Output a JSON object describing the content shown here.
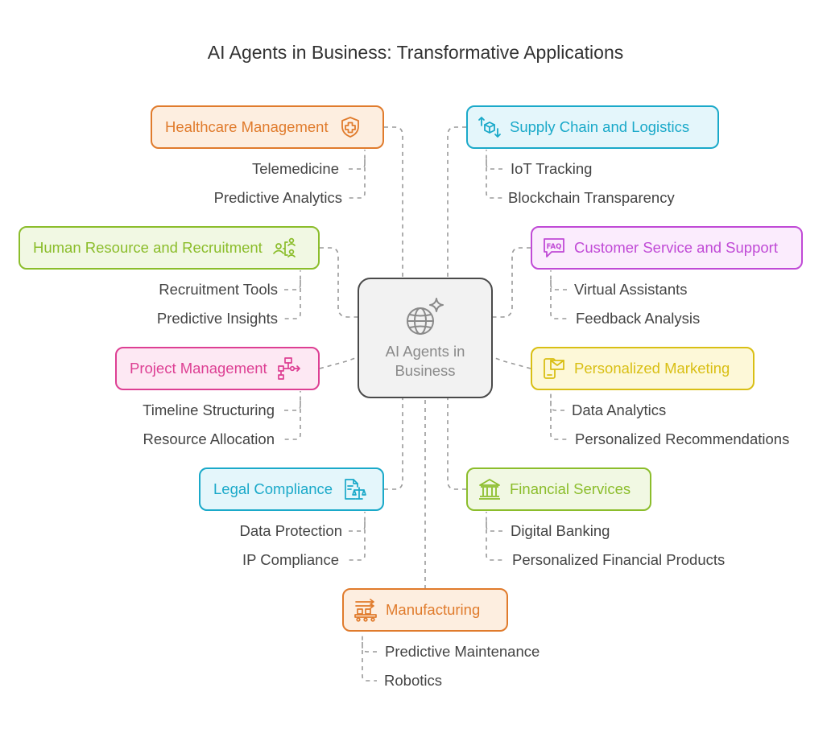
{
  "title": "AI Agents in Business: Transformative Applications",
  "center": {
    "label": "AI Agents in Business",
    "icon": "globe-sparkle-icon",
    "color": "#4a4a4a"
  },
  "branches": [
    {
      "id": "healthcare-management",
      "label": "Healthcare Management",
      "icon": "shield-cross-icon",
      "color": "#e07b2c",
      "fill": "#fdeee0",
      "items": [
        "Telemedicine",
        "Predictive Analytics"
      ]
    },
    {
      "id": "supply-chain-and-logistics",
      "label": "Supply Chain and Logistics",
      "icon": "boxes-arrows-icon",
      "color": "#1aa9c9",
      "fill": "#e4f6fb",
      "items": [
        "IoT Tracking",
        "Blockchain Transparency"
      ]
    },
    {
      "id": "human-resource-and-recruitment",
      "label": "Human Resource and Recruitment",
      "icon": "people-network-icon",
      "color": "#8bbd2b",
      "fill": "#f1f8e3",
      "items": [
        "Recruitment Tools",
        "Predictive Insights"
      ]
    },
    {
      "id": "customer-service-and-support",
      "label": "Customer Service and Support",
      "icon": "faq-bubble-icon",
      "color": "#c04ad6",
      "fill": "#fbecfd",
      "items": [
        "Virtual Assistants",
        "Feedback Analysis"
      ]
    },
    {
      "id": "project-management",
      "label": "Project Management",
      "icon": "flowchart-icon",
      "color": "#dd3f93",
      "fill": "#fde8f3",
      "items": [
        "Timeline Structuring",
        "Resource Allocation"
      ]
    },
    {
      "id": "personalized-marketing",
      "label": "Personalized Marketing",
      "icon": "phone-mail-icon",
      "color": "#d9bf14",
      "fill": "#fdf8d8",
      "items": [
        "Data Analytics",
        "Personalized Recommendations"
      ]
    },
    {
      "id": "legal-compliance",
      "label": "Legal Compliance",
      "icon": "document-scales-icon",
      "color": "#1aa9c9",
      "fill": "#e4f6fb",
      "items": [
        "Data Protection",
        "IP Compliance"
      ]
    },
    {
      "id": "financial-services",
      "label": "Financial Services",
      "icon": "bank-icon",
      "color": "#8bbd2b",
      "fill": "#f1f8e3",
      "items": [
        "Digital Banking",
        "Personalized Financial Products"
      ]
    },
    {
      "id": "manufacturing",
      "label": "Manufacturing",
      "icon": "conveyor-icon",
      "color": "#e07b2c",
      "fill": "#fdeee0",
      "items": [
        "Predictive Maintenance",
        "Robotics"
      ]
    }
  ]
}
